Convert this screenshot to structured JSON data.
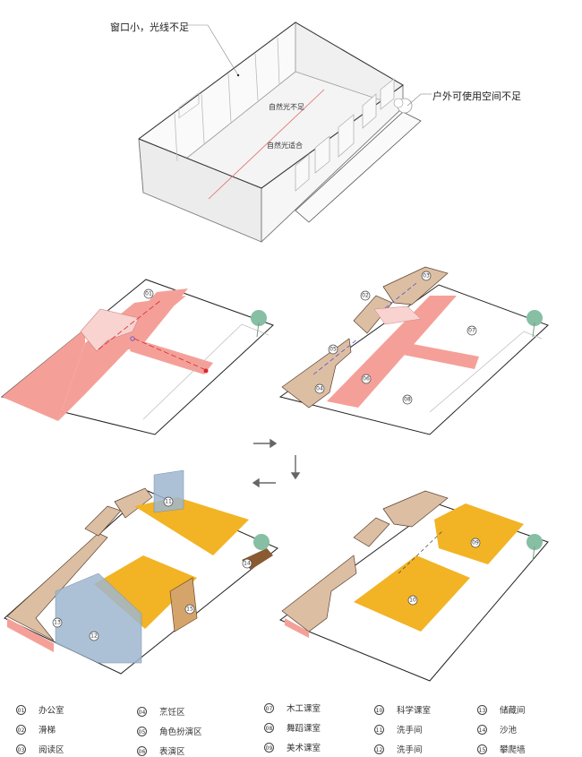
{
  "title_annotations": {
    "window_issue": "窗口小，光线不足",
    "outdoor_issue": "户外可使用空间不足",
    "light_insufficient": "自然光不足",
    "light_adequate": "自然光适合"
  },
  "colors": {
    "circulation_red": "#f4a098",
    "stair_pink": "#f8d3d0",
    "wood_tan": "#dcbfa3",
    "classroom_orange": "#f2b325",
    "toilet_blue": "#9fb6cf",
    "tree_green": "#86bfa3",
    "sandpit_brown": "#8a5a32",
    "arrow_gray": "#666666",
    "path_blue": "#5a4fd0",
    "path_red": "#d9282f"
  },
  "step_arrows": {
    "right": "→",
    "down": "↓",
    "left": "←"
  },
  "diagrams": {
    "d1": {
      "badges": [
        "01"
      ]
    },
    "d2": {
      "badges": [
        "02",
        "03",
        "04",
        "05",
        "06",
        "07",
        "08"
      ]
    },
    "d3": {
      "badges": [
        "11",
        "12",
        "13",
        "14",
        "15"
      ]
    },
    "d4": {
      "badges": [
        "09",
        "10"
      ]
    }
  },
  "legend": [
    {
      "num": "01",
      "label": "办公室"
    },
    {
      "num": "02",
      "label": "滑梯"
    },
    {
      "num": "03",
      "label": "阅读区"
    },
    {
      "num": "04",
      "label": "烹饪区"
    },
    {
      "num": "05",
      "label": "角色扮演区"
    },
    {
      "num": "06",
      "label": "表演区"
    },
    {
      "num": "07",
      "label": "木工课室"
    },
    {
      "num": "08",
      "label": "舞蹈课室"
    },
    {
      "num": "09",
      "label": "美术课室"
    },
    {
      "num": "10",
      "label": "科学课室"
    },
    {
      "num": "11",
      "label": "洗手间"
    },
    {
      "num": "12",
      "label": "洗手间"
    },
    {
      "num": "13",
      "label": "储藏间"
    },
    {
      "num": "14",
      "label": "沙池"
    },
    {
      "num": "15",
      "label": "攀爬墙"
    }
  ]
}
